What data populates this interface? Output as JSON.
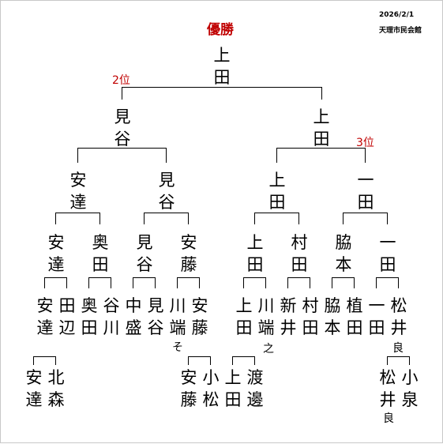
{
  "header": {
    "title": "優勝",
    "date": "2026/2/1",
    "venue": "天理市民会館"
  },
  "colors": {
    "title": "#c00000",
    "lines": "#000000",
    "text": "#000000"
  },
  "placements": {
    "second": "2位",
    "third": "3位"
  },
  "winner": "上田",
  "final": [
    "見谷",
    "上田"
  ],
  "semifinal": [
    "安達",
    "見谷",
    "上田",
    "一田"
  ],
  "quarterfinal": [
    "安達",
    "奥田",
    "見谷",
    "安藤",
    "上田",
    "村田",
    "脇本",
    "一田"
  ],
  "round_of_16": [
    "安達",
    "田辺",
    "奥田",
    "谷川",
    "中盛",
    "見谷",
    "川端",
    "安藤",
    "上田",
    "川端",
    "新井",
    "村田",
    "脇本",
    "植田",
    "一田",
    "松井"
  ],
  "suffixes": {
    "kawabata_left": "そ",
    "kawabata_right": "之",
    "matsui": "良",
    "matsui_bottom": "良"
  },
  "prelim": [
    "安達",
    "北森",
    "安藤",
    "小松",
    "上田",
    "渡邊",
    "松井",
    "小泉"
  ]
}
